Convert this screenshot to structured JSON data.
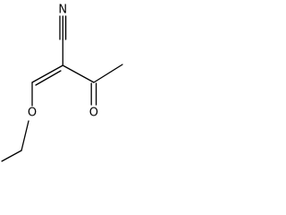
{
  "molecule": {
    "atoms": {
      "nitrogen": "N",
      "carbonyl_oxygen": "O",
      "ether_oxygen": "O"
    }
  }
}
